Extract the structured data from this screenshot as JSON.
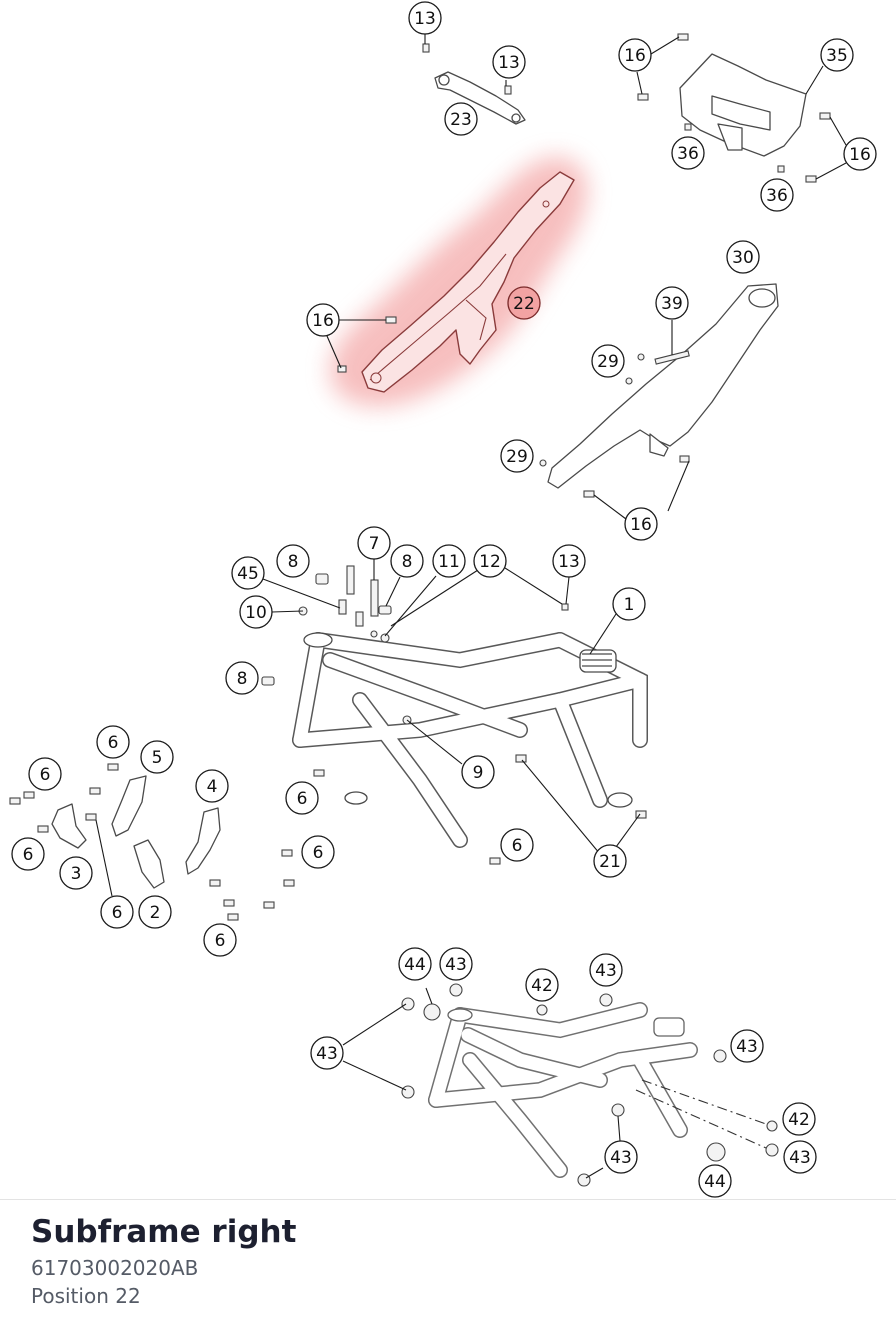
{
  "part": {
    "title": "Subframe right",
    "part_number": "61703002020AB",
    "position": "Position 22"
  },
  "highlight_color": "#f2a3a3",
  "callouts": [
    {
      "label": "13"
    },
    {
      "label": "13"
    },
    {
      "label": "23"
    },
    {
      "label": "16"
    },
    {
      "label": "35"
    },
    {
      "label": "36"
    },
    {
      "label": "36"
    },
    {
      "label": "16"
    },
    {
      "label": "16"
    },
    {
      "label": "22"
    },
    {
      "label": "30"
    },
    {
      "label": "39"
    },
    {
      "label": "29"
    },
    {
      "label": "29"
    },
    {
      "label": "16"
    },
    {
      "label": "7"
    },
    {
      "label": "8"
    },
    {
      "label": "45"
    },
    {
      "label": "8"
    },
    {
      "label": "11"
    },
    {
      "label": "12"
    },
    {
      "label": "13"
    },
    {
      "label": "1"
    },
    {
      "label": "10"
    },
    {
      "label": "8"
    },
    {
      "label": "6"
    },
    {
      "label": "5"
    },
    {
      "label": "6"
    },
    {
      "label": "4"
    },
    {
      "label": "6"
    },
    {
      "label": "9"
    },
    {
      "label": "6"
    },
    {
      "label": "6"
    },
    {
      "label": "3"
    },
    {
      "label": "6"
    },
    {
      "label": "21"
    },
    {
      "label": "6"
    },
    {
      "label": "2"
    },
    {
      "label": "6"
    },
    {
      "label": "44"
    },
    {
      "label": "43"
    },
    {
      "label": "43"
    },
    {
      "label": "42"
    },
    {
      "label": "43"
    },
    {
      "label": "43"
    },
    {
      "label": "42"
    },
    {
      "label": "43"
    },
    {
      "label": "43"
    },
    {
      "label": "44"
    }
  ]
}
